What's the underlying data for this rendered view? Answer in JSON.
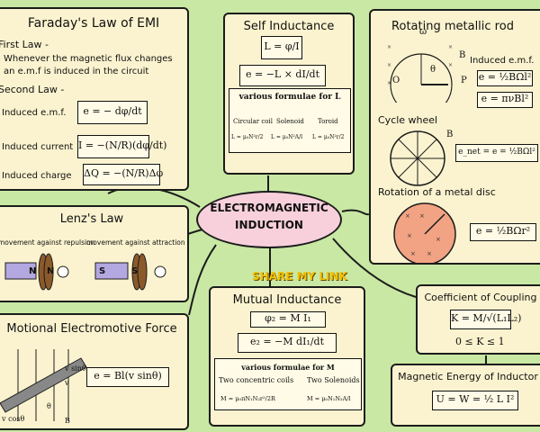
{
  "center": {
    "line1": "ELECTROMAGNETIC",
    "line2": "INDUCTION"
  },
  "share": "SHARE MY LINK",
  "faraday": {
    "title": "Faraday's Law of EMI",
    "first_law": "First Law -",
    "first_desc1": "Whenever the magnetic flux changes",
    "first_desc2": "an e.m.f is induced in the circuit",
    "second_law": "Second Law -",
    "induced_emf_label": "Induced e.m.f.",
    "induced_emf_formula": "e = − dφ/dt",
    "induced_current_label": "Induced current",
    "induced_current_formula": "I = −(N/R)(dφ/dt)",
    "induced_charge_label": "Induced charge",
    "induced_charge_formula": "ΔQ = −(N/R)Δφ"
  },
  "self_ind": {
    "title": "Self Inductance",
    "f1": "L = φ/I",
    "f2": "e = −L × dI/dt",
    "sub": "various formulae for L",
    "cols": [
      "Circular coil",
      "Solenoid",
      "Toroid"
    ],
    "vals": [
      "L = μ₀N²r/2",
      "L = μ₀N²A/l",
      "L = μ₀N²r/2"
    ]
  },
  "rod": {
    "title": "Rotating metallic rod",
    "induced": "Induced e.m.f.",
    "f1": "e = ½BΩl²",
    "f2": "e = πνBl²",
    "label_b": "B",
    "label_o": "O",
    "label_p": "P",
    "label_theta": "θ",
    "label_omega": "ω"
  },
  "cycle": {
    "title": "Cycle wheel",
    "formula": "e_net = e = ½BΩl²",
    "label_b": "B"
  },
  "disc": {
    "title": "Rotation of a metal disc",
    "formula": "e = ½BΩr²"
  },
  "lenz": {
    "title": "Lenz's Law",
    "rep": "movement against repulsion",
    "att": "movement against attraction",
    "n1": "N",
    "n2": "N",
    "s1": "S",
    "s2": "S"
  },
  "motional": {
    "title": "Motional Electromotive Force",
    "formula": "e = Bl(v sinθ)",
    "v_sin": "v sinθ",
    "v_cos": "v cosθ",
    "v": "v",
    "b": "B",
    "theta": "θ"
  },
  "mutual": {
    "title": "Mutual Inductance",
    "f1": "φ₂ = M I₁",
    "f2": "e₂ = −M dI₁/dt",
    "sub": "various formulae for M",
    "cols": [
      "Two concentric coils",
      "Two Solenoids"
    ],
    "vals": [
      "M = μ₀πN₁N₂r²/2R",
      "M = μ₀N₁N₂A/l"
    ]
  },
  "coupling": {
    "title": "Coefficient of Coupling",
    "f1": "K = M/√(L₁L₂)",
    "f2": "0 ≤ K ≤ 1"
  },
  "magnetic": {
    "title": "Magnetic Energy of Inductor",
    "formula": "U = W = ½ L I²"
  }
}
